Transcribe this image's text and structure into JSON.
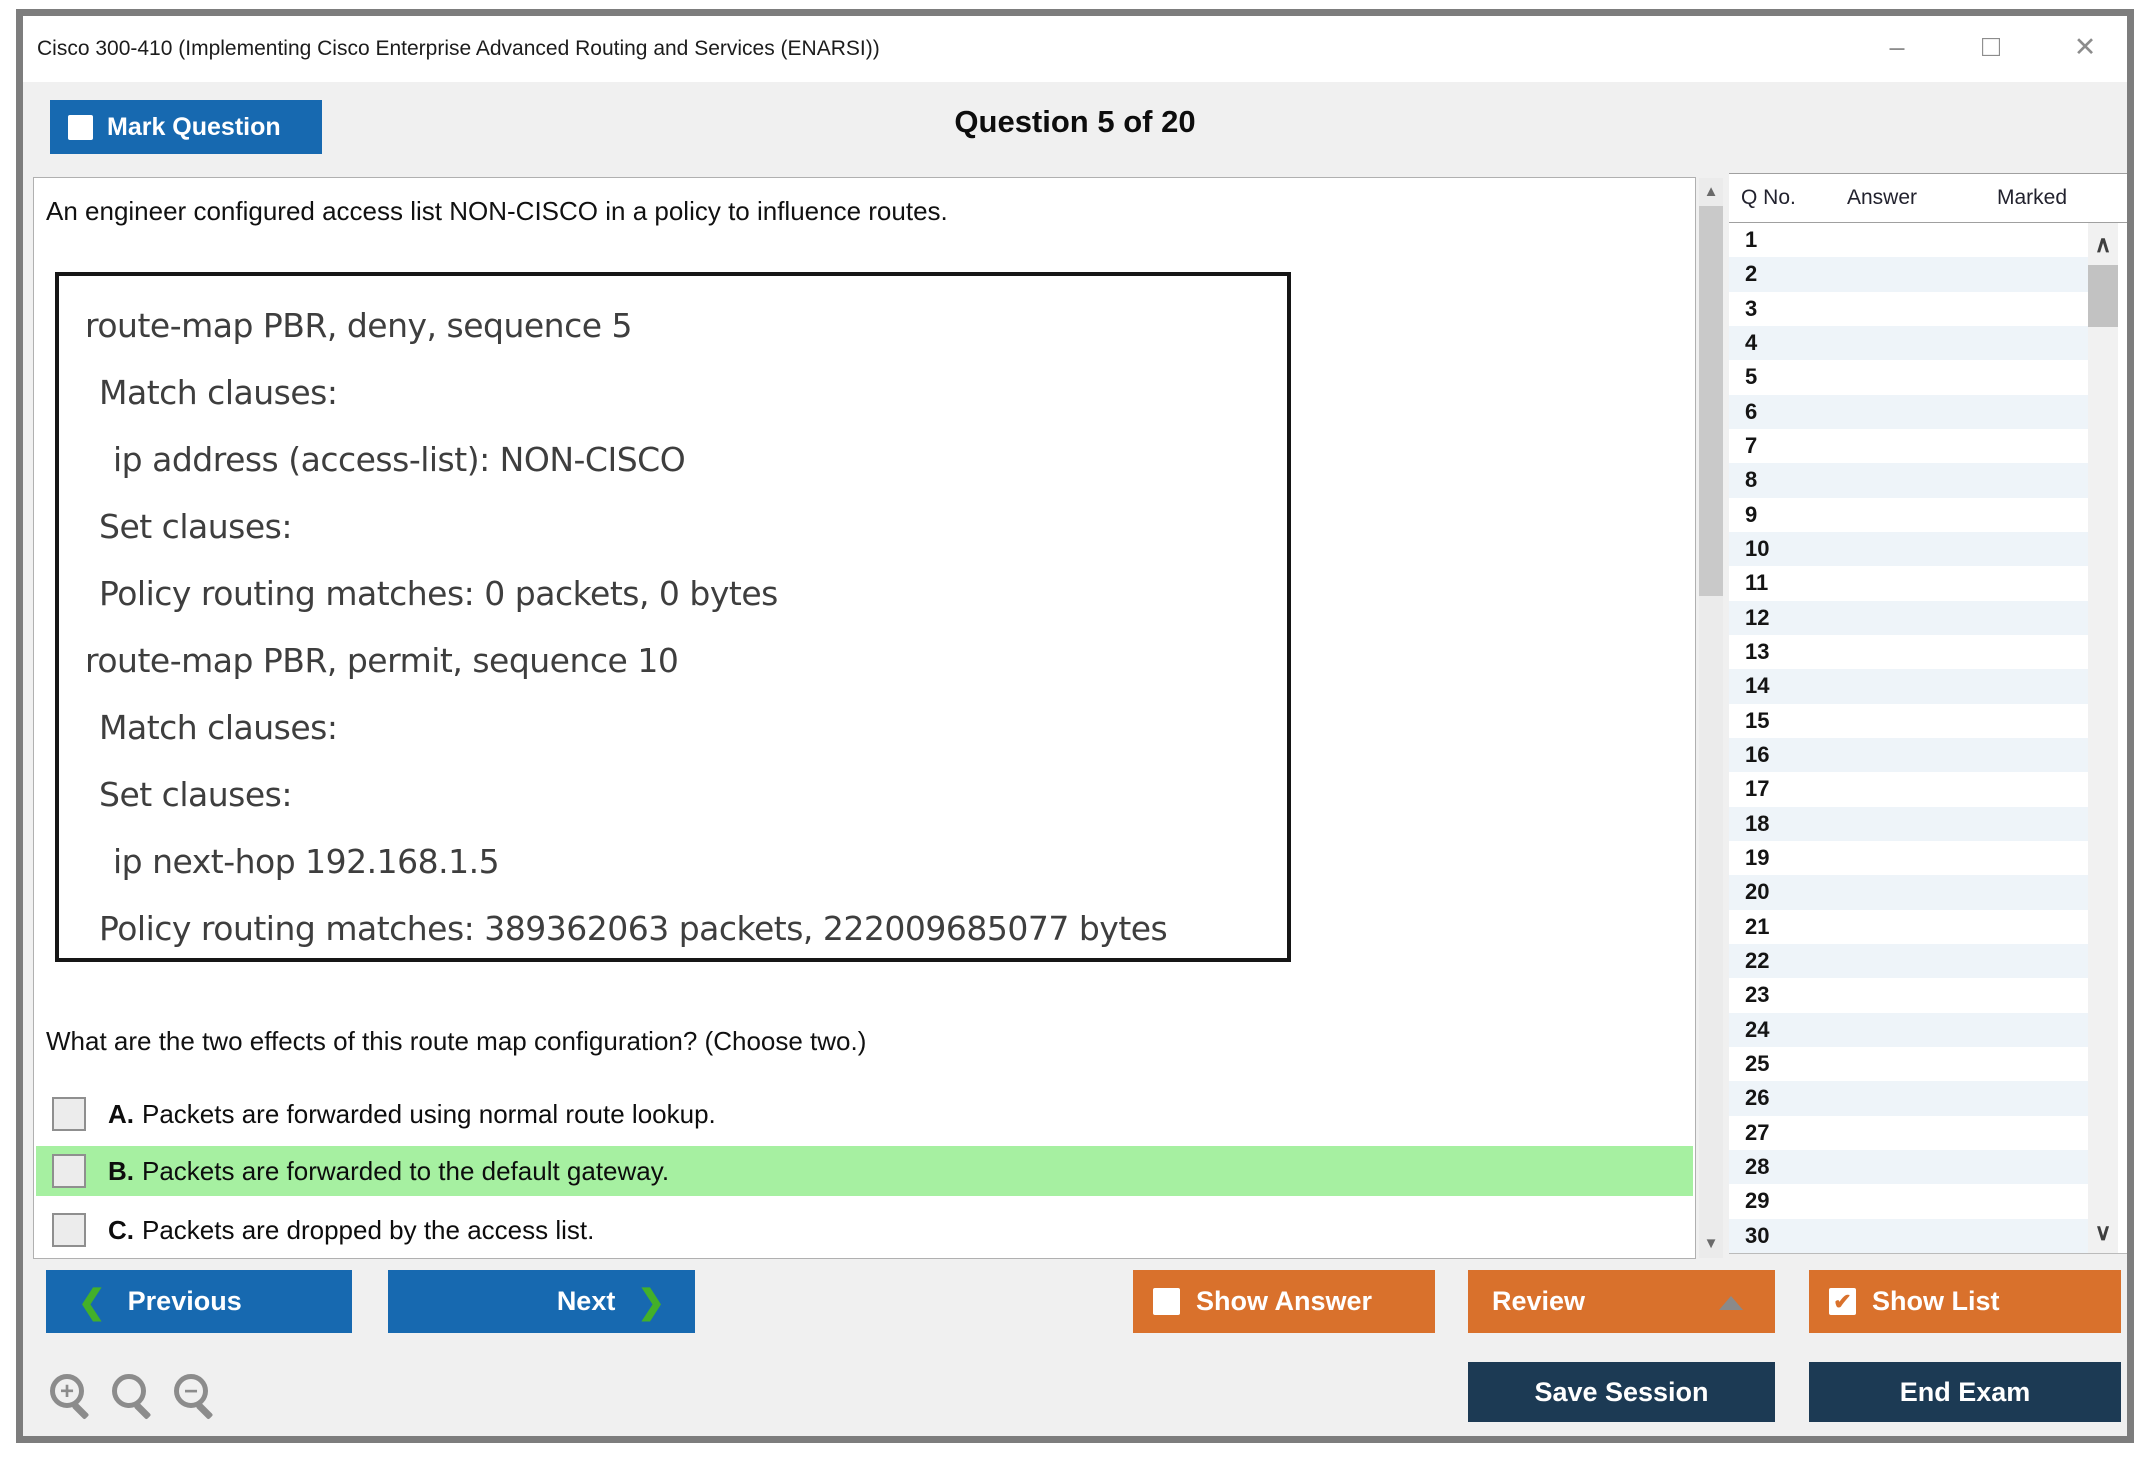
{
  "window": {
    "title": "Cisco 300-410 (Implementing Cisco Enterprise Advanced Routing and Services (ENARSI))",
    "minimize_glyph": "–",
    "maximize_glyph": "□",
    "close_glyph": "✕"
  },
  "header": {
    "mark_question": "Mark Question",
    "counter": "Question 5 of 20"
  },
  "question": {
    "intro": "An engineer configured access list NON-CISCO in a policy to influence routes.",
    "code_lines": [
      "route-map PBR, deny, sequence 5",
      "Match clauses:",
      "ip address (access-list): NON-CISCO",
      "Set clauses:",
      "Policy routing matches: 0 packets, 0 bytes",
      "route-map PBR, permit, sequence 10",
      "Match clauses:",
      "Set clauses:",
      "ip next-hop 192.168.1.5",
      "Policy routing matches: 389362063 packets, 222009685077 bytes"
    ],
    "prompt": "What are the two effects of this route map configuration? (Choose two.)",
    "options": [
      {
        "letter": "A.",
        "text": "Packets are forwarded using normal route lookup.",
        "highlighted": false
      },
      {
        "letter": "B.",
        "text": "Packets are forwarded to the default gateway.",
        "highlighted": true
      },
      {
        "letter": "C.",
        "text": "Packets are dropped by the access list.",
        "highlighted": false
      }
    ]
  },
  "sidebar": {
    "columns": [
      "Q No.",
      "Answer",
      "Marked"
    ],
    "rows": [
      "1",
      "2",
      "3",
      "4",
      "5",
      "6",
      "7",
      "8",
      "9",
      "10",
      "11",
      "12",
      "13",
      "14",
      "15",
      "16",
      "17",
      "18",
      "19",
      "20",
      "21",
      "22",
      "23",
      "24",
      "25",
      "26",
      "27",
      "28",
      "29",
      "30"
    ],
    "scroll_up_glyph": "∧",
    "scroll_down_glyph": "∨"
  },
  "main_scrollbar": {
    "up_glyph": "▲",
    "down_glyph": "▼"
  },
  "footer": {
    "previous": "Previous",
    "next": "Next",
    "prev_glyph": "❮",
    "next_glyph": "❯",
    "show_answer": "Show Answer",
    "review": "Review",
    "show_list": "Show List",
    "check_glyph": "✔",
    "save_session": "Save Session",
    "end_exam": "End Exam",
    "zoom_in_glyph": "+",
    "zoom_out_glyph": "−"
  },
  "colors": {
    "accent_blue": "#1769b0",
    "accent_orange": "#d9712c",
    "accent_navy": "#1c3a54",
    "highlight_green": "#a6f0a1",
    "chevron_green": "#43b02a",
    "stripe_blue": "#eef4f9",
    "window_border": "#7d7d7d",
    "background": "#f0f0f0"
  }
}
